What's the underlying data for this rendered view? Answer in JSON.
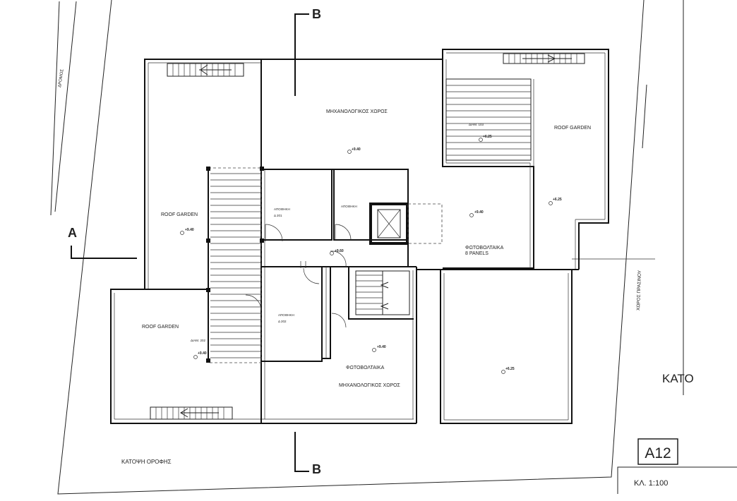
{
  "plot": {
    "road_label": "ΔΡΟΜΟΣ",
    "green_label": "ΧΩΡΟΣ ΠΡΑΣΙΝΟΥ",
    "partial_label": "ΚΑΤΟ"
  },
  "sections": {
    "a": "A",
    "b": "B"
  },
  "rooms": {
    "mech_top": "ΜΗΧΑΝΟΛΟΓΙΚΟΣ ΧΩΡΟΣ",
    "mech_bottom": "ΜΗΧΑΝΟΛΟΓΙΚΟΣ ΧΩΡΟΣ",
    "roof_garden_left": "ROOF GARDEN",
    "roof_garden_right": "ROOF GARDEN",
    "roof_garden_bottom": "ROOF GARDEN",
    "pv_middle": "ΦΩΤΟΒΟΛΤΑΙΚΑ",
    "pv_middle_panels": "8 PANELS",
    "pv_bottom": "ΦΩΤΟΒΟΛΤΑΙΚΑ",
    "storage_201_a": "ΑΠΟΘΗΚΗ",
    "storage_201_b": "Δ 201",
    "storage_mid": "ΑΠΟΘΗΚΗ",
    "storage_202_a": "ΑΠΟΘΗΚΗ",
    "storage_202_b": "Δ 202"
  },
  "levels": {
    "mech_top": "+9.40",
    "right_stair": "+6.25",
    "right_garden": "+6.25",
    "left_garden": "+9.40",
    "corridor": "+9.60",
    "pv_middle": "+9.40",
    "bottom_garden": "+9.40",
    "pv_bottom": "+9.40",
    "bottom_right": "+6.25"
  },
  "apartments": {
    "apt_103": "ΔΙΑΜ. 103",
    "apt_202": "ΔΙΑΜ. 202"
  },
  "title": {
    "plan": "ΚΑΤΟΨΗ ΟΡΟΦΗΣ",
    "drawing_number": "A12",
    "scale": "ΚΛ. 1:100"
  }
}
